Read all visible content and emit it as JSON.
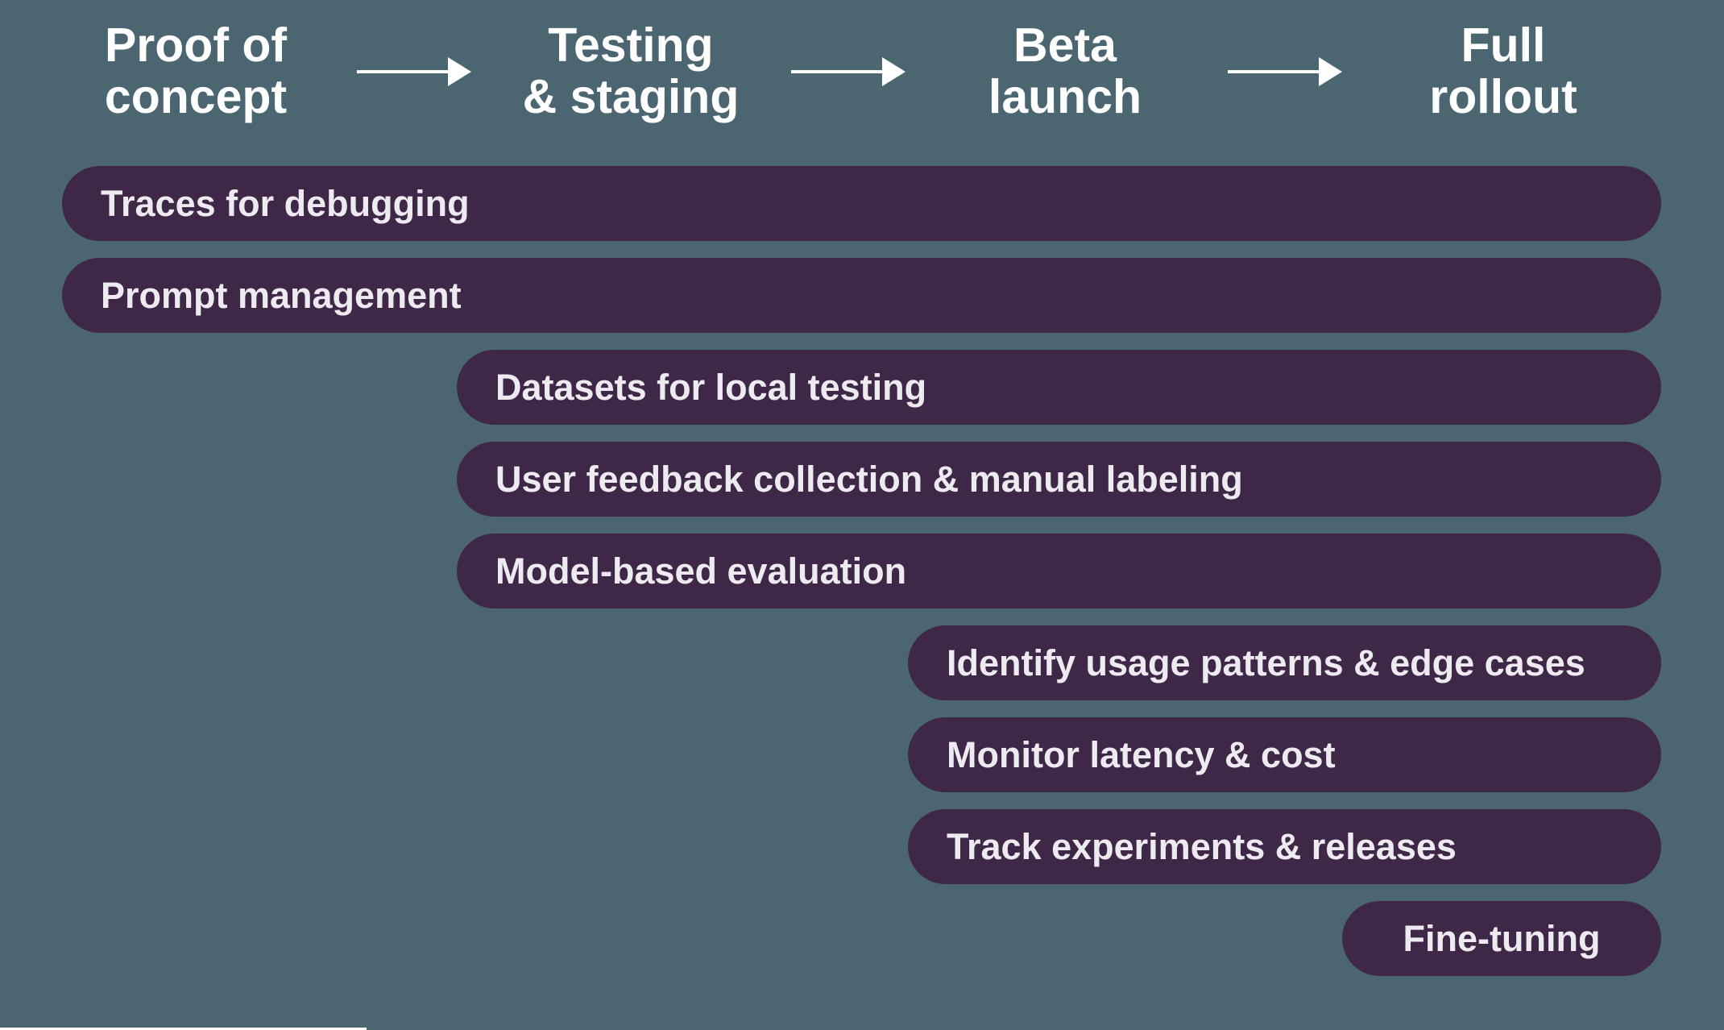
{
  "palette": {
    "background": "#4B6670",
    "bar_fill": "#3E2747",
    "bar_text": "#EDEAF0",
    "header_text": "#FFFFFF",
    "arrow": "#FFFFFF"
  },
  "stages": [
    {
      "id": "proof-of-concept",
      "label": "Proof of\nconcept"
    },
    {
      "id": "testing-staging",
      "label": "Testing\n& staging"
    },
    {
      "id": "beta-launch",
      "label": "Beta\nlaunch"
    },
    {
      "id": "full-rollout",
      "label": "Full\nrollout"
    }
  ],
  "arrows": [
    {
      "icon": "right-arrow"
    },
    {
      "icon": "right-arrow"
    },
    {
      "icon": "right-arrow"
    }
  ],
  "rows": [
    {
      "label": "Traces for debugging",
      "start_stage": "proof-of-concept"
    },
    {
      "label": "Prompt management",
      "start_stage": "proof-of-concept"
    },
    {
      "label": "Datasets for local testing",
      "start_stage": "testing-staging"
    },
    {
      "label": "User feedback collection & manual labeling",
      "start_stage": "testing-staging"
    },
    {
      "label": "Model-based evaluation",
      "start_stage": "testing-staging"
    },
    {
      "label": "Identify usage patterns & edge cases",
      "start_stage": "beta-launch"
    },
    {
      "label": "Monitor latency & cost",
      "start_stage": "beta-launch"
    },
    {
      "label": "Track experiments & releases",
      "start_stage": "beta-launch"
    },
    {
      "label": "Fine-tuning",
      "start_stage": "full-rollout"
    }
  ]
}
